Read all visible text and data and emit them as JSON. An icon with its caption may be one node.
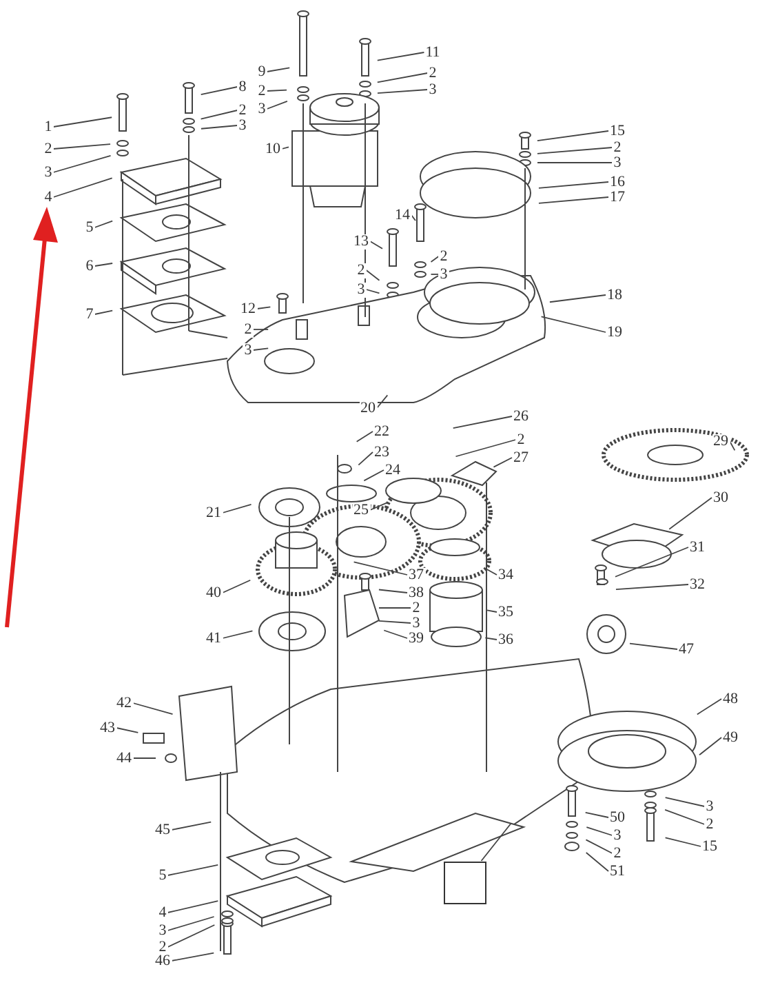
{
  "diagram": {
    "nodes": [
      {
        "text": [
          "1"
        ]
      },
      {
        "text": [
          "2"
        ]
      },
      {
        "text": [
          "3"
        ]
      },
      {
        "text": [
          "4"
        ]
      },
      {
        "text": [
          "8"
        ]
      },
      {
        "text": [
          "2"
        ]
      },
      {
        "text": [
          "3"
        ]
      },
      {
        "text": [
          "5"
        ]
      },
      {
        "text": [
          "6"
        ]
      },
      {
        "text": [
          "7"
        ]
      },
      {
        "text": [
          "9"
        ]
      },
      {
        "text": [
          "2"
        ]
      },
      {
        "text": [
          "3"
        ]
      },
      {
        "text": [
          "10"
        ]
      },
      {
        "text": [
          "11"
        ]
      },
      {
        "text": [
          "2"
        ]
      },
      {
        "text": [
          "3"
        ]
      },
      {
        "text": [
          "15"
        ]
      },
      {
        "text": [
          "2"
        ]
      },
      {
        "text": [
          "3"
        ]
      },
      {
        "text": [
          "16"
        ]
      },
      {
        "text": [
          "17"
        ]
      },
      {
        "text": [
          "14"
        ]
      },
      {
        "text": [
          "13"
        ]
      },
      {
        "text": [
          "2"
        ]
      },
      {
        "text": [
          "2"
        ]
      },
      {
        "text": [
          "3"
        ]
      },
      {
        "text": [
          "3"
        ]
      },
      {
        "text": [
          "18"
        ]
      },
      {
        "text": [
          "12"
        ]
      },
      {
        "text": [
          "2"
        ]
      },
      {
        "text": [
          "3"
        ]
      },
      {
        "text": [
          "19"
        ]
      },
      {
        "text": [
          "20"
        ]
      },
      {
        "text": [
          "26"
        ]
      },
      {
        "text": [
          "22"
        ]
      },
      {
        "text": [
          "2"
        ]
      },
      {
        "text": [
          "29"
        ]
      },
      {
        "text": [
          "23"
        ]
      },
      {
        "text": [
          "27"
        ]
      },
      {
        "text": [
          "24"
        ]
      },
      {
        "text": [
          "25"
        ]
      },
      {
        "text": [
          "30"
        ]
      },
      {
        "text": [
          "21"
        ]
      },
      {
        "text": [
          "31"
        ]
      },
      {
        "text": [
          "37"
        ]
      },
      {
        "text": [
          "34"
        ]
      },
      {
        "text": [
          "32"
        ]
      },
      {
        "text": [
          "40"
        ]
      },
      {
        "text": [
          "38"
        ]
      },
      {
        "text": [
          "2"
        ]
      },
      {
        "text": [
          "35"
        ]
      },
      {
        "text": [
          "3"
        ]
      },
      {
        "text": [
          "39"
        ]
      },
      {
        "text": [
          "41"
        ]
      },
      {
        "text": [
          "36"
        ]
      },
      {
        "text": [
          "47"
        ]
      },
      {
        "text": [
          "42"
        ]
      },
      {
        "text": [
          "48"
        ]
      },
      {
        "text": [
          "43"
        ]
      },
      {
        "text": [
          "49"
        ]
      },
      {
        "text": [
          "44"
        ]
      },
      {
        "text": [
          "3"
        ]
      },
      {
        "text": [
          "50"
        ]
      },
      {
        "text": [
          "2"
        ]
      },
      {
        "text": [
          "45"
        ]
      },
      {
        "text": [
          "3"
        ]
      },
      {
        "text": [
          "15"
        ]
      },
      {
        "text": [
          "2"
        ]
      },
      {
        "text": [
          "51"
        ]
      },
      {
        "text": [],
        "shape": "box"
      },
      {
        "text": [
          "5"
        ]
      },
      {
        "text": [
          "4"
        ]
      },
      {
        "text": [
          "3"
        ]
      },
      {
        "text": [
          "2"
        ]
      },
      {
        "text": [
          "46"
        ]
      }
    ],
    "edges": [
      {
        "from": 0,
        "to": null,
        "arrow": "none"
      },
      {
        "from": 1,
        "to": null,
        "arrow": "none"
      },
      {
        "from": 2,
        "to": null,
        "arrow": "none"
      },
      {
        "from": 3,
        "to": null,
        "arrow": "none"
      },
      {
        "from": 4,
        "to": null,
        "arrow": "none"
      },
      {
        "from": 5,
        "to": null,
        "arrow": "none"
      },
      {
        "from": 6,
        "to": null,
        "arrow": "none"
      },
      {
        "from": 7,
        "to": null,
        "arrow": "none"
      },
      {
        "from": 8,
        "to": null,
        "arrow": "none"
      },
      {
        "from": 9,
        "to": null,
        "arrow": "none"
      },
      {
        "from": 10,
        "to": null,
        "arrow": "none"
      },
      {
        "from": 11,
        "to": null,
        "arrow": "none"
      },
      {
        "from": 12,
        "to": null,
        "arrow": "none"
      },
      {
        "from": 13,
        "to": null,
        "arrow": "none"
      },
      {
        "from": 14,
        "to": null,
        "arrow": "none"
      },
      {
        "from": 15,
        "to": null,
        "arrow": "none"
      },
      {
        "from": 16,
        "to": null,
        "arrow": "none"
      },
      {
        "from": 17,
        "to": null,
        "arrow": "none"
      },
      {
        "from": 18,
        "to": null,
        "arrow": "none"
      },
      {
        "from": 19,
        "to": null,
        "arrow": "none"
      },
      {
        "from": 20,
        "to": null,
        "arrow": "none"
      },
      {
        "from": 21,
        "to": null,
        "arrow": "none"
      },
      {
        "from": 22,
        "to": null,
        "arrow": "none"
      },
      {
        "from": 23,
        "to": null,
        "arrow": "none"
      },
      {
        "from": 24,
        "to": null,
        "arrow": "none"
      },
      {
        "from": 25,
        "to": null,
        "arrow": "none"
      },
      {
        "from": 26,
        "to": null,
        "arrow": "none"
      },
      {
        "from": 27,
        "to": null,
        "arrow": "none"
      },
      {
        "from": 28,
        "to": null,
        "arrow": "none"
      },
      {
        "from": 29,
        "to": null,
        "arrow": "none"
      },
      {
        "from": 30,
        "to": null,
        "arrow": "none"
      },
      {
        "from": 31,
        "to": null,
        "arrow": "none"
      },
      {
        "from": 32,
        "to": null,
        "arrow": "none"
      },
      {
        "from": 33,
        "to": null,
        "arrow": "none"
      },
      {
        "from": 34,
        "to": null,
        "arrow": "none"
      },
      {
        "from": 35,
        "to": null,
        "arrow": "none"
      },
      {
        "from": 36,
        "to": null,
        "arrow": "none"
      },
      {
        "from": 37,
        "to": null,
        "arrow": "none"
      },
      {
        "from": 38,
        "to": null,
        "arrow": "none"
      },
      {
        "from": 39,
        "to": null,
        "arrow": "none"
      },
      {
        "from": 40,
        "to": null,
        "arrow": "none"
      },
      {
        "from": 41,
        "to": null,
        "arrow": "none"
      },
      {
        "from": 42,
        "to": null,
        "arrow": "none"
      },
      {
        "from": 43,
        "to": null,
        "arrow": "none"
      },
      {
        "from": 44,
        "to": null,
        "arrow": "none"
      },
      {
        "from": 45,
        "to": null,
        "arrow": "none"
      },
      {
        "from": 46,
        "to": null,
        "arrow": "none"
      },
      {
        "from": 47,
        "to": null,
        "arrow": "none"
      },
      {
        "from": 48,
        "to": null,
        "arrow": "none"
      },
      {
        "from": 49,
        "to": null,
        "arrow": "none"
      },
      {
        "from": 50,
        "to": null,
        "arrow": "none"
      },
      {
        "from": 51,
        "to": null,
        "arrow": "none"
      },
      {
        "from": 52,
        "to": null,
        "arrow": "none"
      },
      {
        "from": 53,
        "to": null,
        "arrow": "none"
      },
      {
        "from": 54,
        "to": null,
        "arrow": "none"
      },
      {
        "from": 55,
        "to": null,
        "arrow": "none"
      },
      {
        "from": 56,
        "to": null,
        "arrow": "none"
      },
      {
        "from": 57,
        "to": null,
        "arrow": "none"
      },
      {
        "from": 58,
        "to": null,
        "arrow": "none"
      },
      {
        "from": 59,
        "to": null,
        "arrow": "none"
      },
      {
        "from": 60,
        "to": null,
        "arrow": "none"
      },
      {
        "from": 61,
        "to": null,
        "arrow": "none"
      },
      {
        "from": 62,
        "to": null,
        "arrow": "none"
      },
      {
        "from": 63,
        "to": null,
        "arrow": "none"
      },
      {
        "from": 64,
        "to": null,
        "arrow": "none"
      },
      {
        "from": 65,
        "to": null,
        "arrow": "none"
      },
      {
        "from": 66,
        "to": null,
        "arrow": "none"
      },
      {
        "from": 67,
        "to": null,
        "arrow": "none"
      },
      {
        "from": 68,
        "to": null,
        "arrow": "none"
      },
      {
        "from": 69,
        "to": null,
        "arrow": "none"
      },
      {
        "from": 70,
        "to": null,
        "arrow": "none"
      },
      {
        "from": 71,
        "to": null,
        "arrow": "none"
      },
      {
        "from": 72,
        "to": null,
        "arrow": "none"
      },
      {
        "from": 73,
        "to": null,
        "arrow": "none"
      },
      {
        "from": 74,
        "to": null,
        "arrow": "none"
      },
      {
        "from": 75,
        "to": null,
        "arrow": "none"
      }
    ]
  }
}
